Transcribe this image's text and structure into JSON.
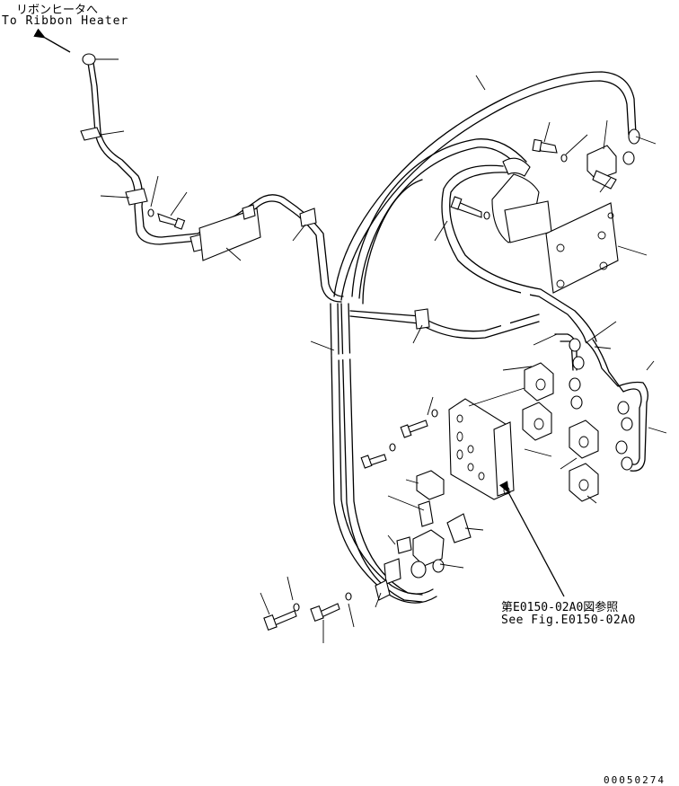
{
  "labels": {
    "ribbon_heater_jp": "リボンヒータへ",
    "ribbon_heater_en": "To Ribbon Heater",
    "reference_jp": "第E0150-02A0図参照",
    "reference_en": "See Fig.E0150-02A0",
    "drawing_number": "00050274"
  }
}
